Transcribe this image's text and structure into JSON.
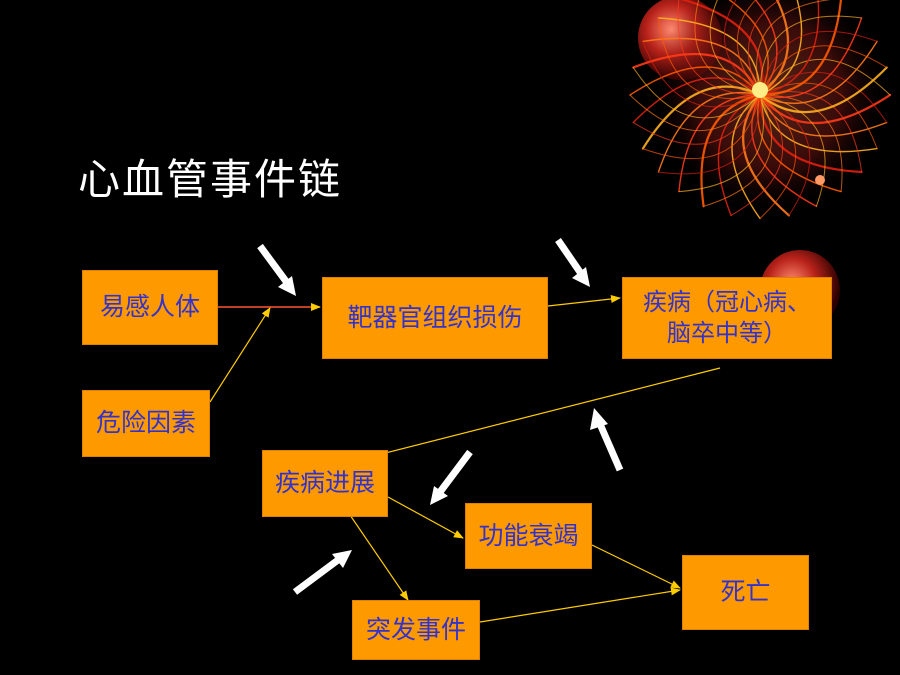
{
  "slide": {
    "title": "心血管事件链"
  },
  "nodes": {
    "susceptible": "易感人体",
    "risk_factors": "危险因素",
    "organ_damage": "靶器官组织损伤",
    "disease": "疾病（冠心病、\n脑卒中等）",
    "progression": "疾病进展",
    "failure": "功能衰竭",
    "acute_event": "突发事件",
    "death": "死亡"
  },
  "colors": {
    "background": "#000000",
    "box_fill": "#ff9900",
    "box_text": "#3333cc",
    "connector": "#ffcc00",
    "title_text": "#ffffff",
    "pointer_arrows": "#ffffff"
  }
}
